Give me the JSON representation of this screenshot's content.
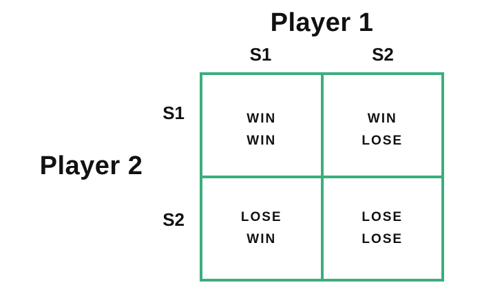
{
  "matrix": {
    "player1_label": "Player 1",
    "player2_label": "Player 2",
    "col_headers": [
      "S1",
      "S2"
    ],
    "row_headers": [
      "S1",
      "S2"
    ],
    "cells": {
      "r0c0": [
        "WIN",
        "WIN"
      ],
      "r0c1": [
        "WIN",
        "LOSE"
      ],
      "r1c0": [
        "LOSE",
        "WIN"
      ],
      "r1c1": [
        "LOSE",
        "LOSE"
      ]
    },
    "colors": {
      "grid_line": "#3BAE7D",
      "text": "#111111",
      "background": "#FFFFFF"
    }
  }
}
